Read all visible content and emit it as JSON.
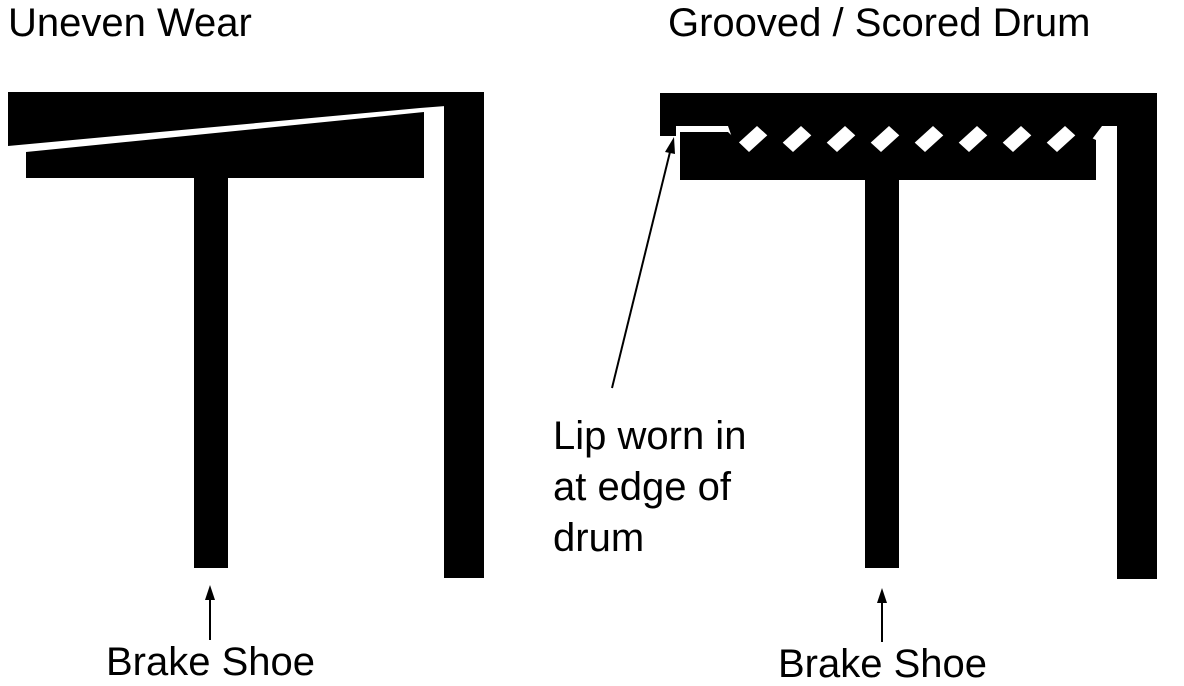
{
  "colors": {
    "ink": "#000000",
    "background": "#ffffff"
  },
  "left_panel": {
    "title": "Uneven Wear",
    "shoe_label": "Brake Shoe"
  },
  "right_panel": {
    "title": "Grooved / Scored Drum",
    "shoe_label": "Brake Shoe",
    "lip_callout": [
      "Lip worn in",
      "at edge of",
      "drum"
    ]
  }
}
